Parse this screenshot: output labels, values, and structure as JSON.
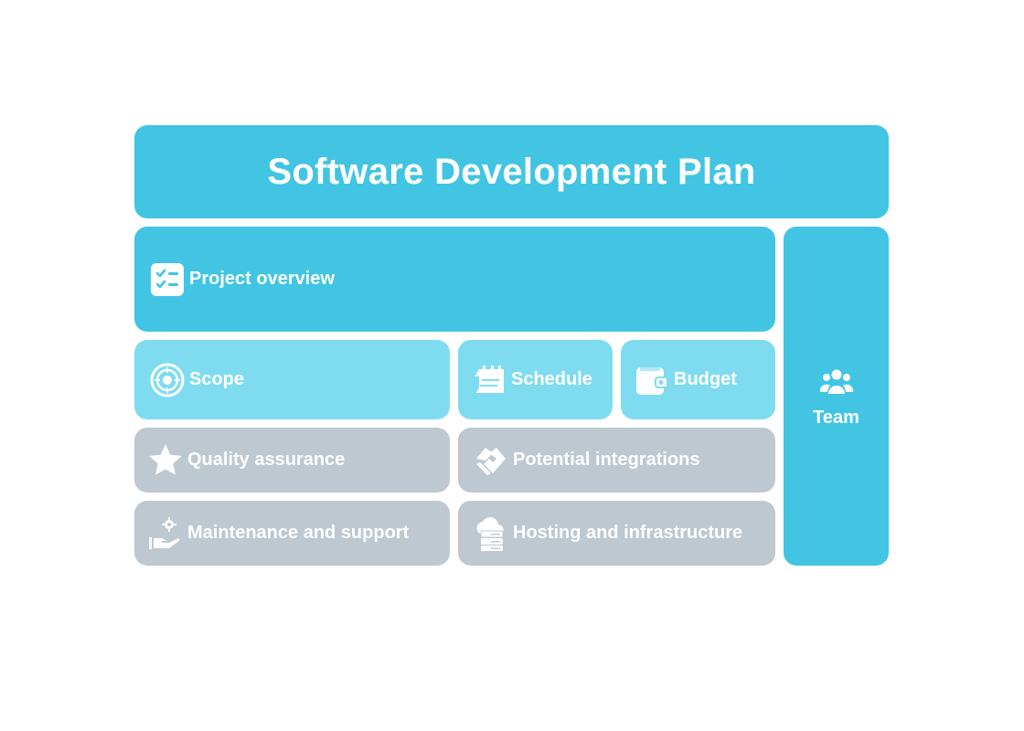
{
  "title": "Software Development Plan",
  "sections": {
    "project_overview": {
      "label": "Project overview",
      "icon": "checklist-icon"
    },
    "scope": {
      "label": "Scope",
      "icon": "target-icon"
    },
    "schedule": {
      "label": "Schedule",
      "icon": "calendar-icon"
    },
    "budget": {
      "label": "Budget",
      "icon": "wallet-icon"
    },
    "quality_assurance": {
      "label": "Quality assurance",
      "icon": "star-icon"
    },
    "potential_integrations": {
      "label": "Potential integrations",
      "icon": "handshake-icon"
    },
    "maintenance_support": {
      "label": "Maintenance and support",
      "icon": "hand-gear-icon"
    },
    "hosting_infrastructure": {
      "label": "Hosting and infrastructure",
      "icon": "cloud-server-icon"
    },
    "team": {
      "label": "Team",
      "icon": "team-icon"
    }
  },
  "colors": {
    "dark_block": "#41c5e3",
    "light_block": "#7fdcf0",
    "gray_block": "#bdc8d0",
    "text": "#ffffff"
  }
}
